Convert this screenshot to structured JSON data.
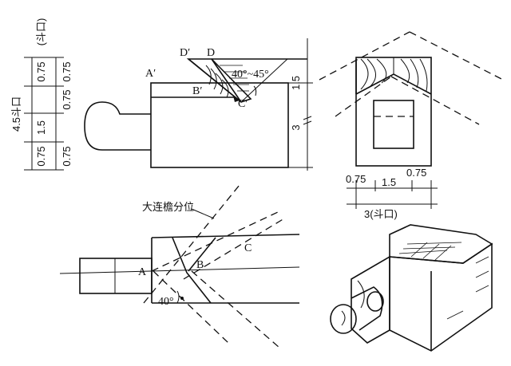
{
  "labels": {
    "d_prime": "D′",
    "d": "D",
    "a_prime": "A′",
    "b_prime": "B′",
    "c_prime": "C′",
    "angle_range": "40°~45°",
    "a": "A",
    "b": "B",
    "c": "C",
    "angle_40": "40°",
    "split_label": "大连檐分位"
  },
  "dims": {
    "left_total": "4.5斗口",
    "left_top_unit": "(斗口)",
    "left_a1": "0.75",
    "left_a2": "1.5",
    "left_a3": "0.75",
    "left_b1": "0.75",
    "left_b2": "0.75",
    "left_b3": "0.75",
    "right_upper": "1.5",
    "right_lower": "3",
    "sec_a": "0.75",
    "sec_b": "1.5",
    "sec_c": "0.75",
    "sec_total": "3(斗口)"
  }
}
